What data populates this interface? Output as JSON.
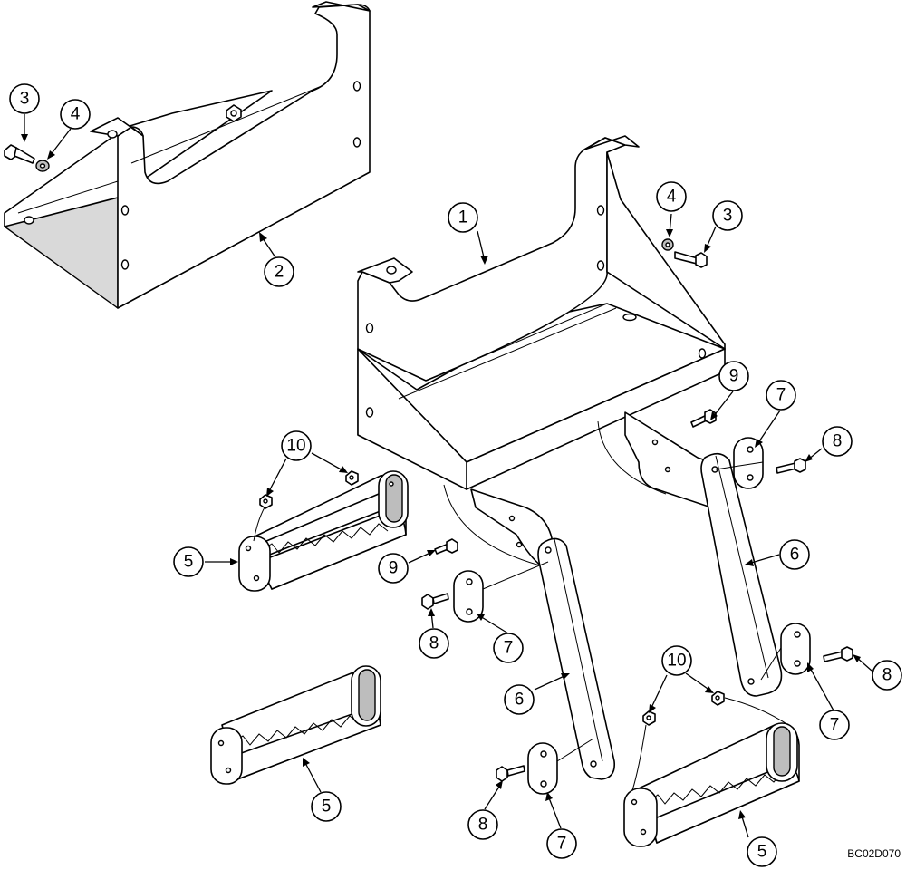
{
  "diagram": {
    "drawing_code": "BC02D070",
    "callouts": [
      {
        "id": "c1",
        "label": "1"
      },
      {
        "id": "c2",
        "label": "2"
      },
      {
        "id": "c3a",
        "label": "3"
      },
      {
        "id": "c3b",
        "label": "3"
      },
      {
        "id": "c4a",
        "label": "4"
      },
      {
        "id": "c4b",
        "label": "4"
      },
      {
        "id": "c5a",
        "label": "5"
      },
      {
        "id": "c5b",
        "label": "5"
      },
      {
        "id": "c5c",
        "label": "5"
      },
      {
        "id": "c6a",
        "label": "6"
      },
      {
        "id": "c6b",
        "label": "6"
      },
      {
        "id": "c7a",
        "label": "7"
      },
      {
        "id": "c7b",
        "label": "7"
      },
      {
        "id": "c7c",
        "label": "7"
      },
      {
        "id": "c7d",
        "label": "7"
      },
      {
        "id": "c8a",
        "label": "8"
      },
      {
        "id": "c8b",
        "label": "8"
      },
      {
        "id": "c8c",
        "label": "8"
      },
      {
        "id": "c8d",
        "label": "8"
      },
      {
        "id": "c9a",
        "label": "9"
      },
      {
        "id": "c9b",
        "label": "9"
      },
      {
        "id": "c10a",
        "label": "10"
      },
      {
        "id": "c10b",
        "label": "10"
      }
    ]
  }
}
